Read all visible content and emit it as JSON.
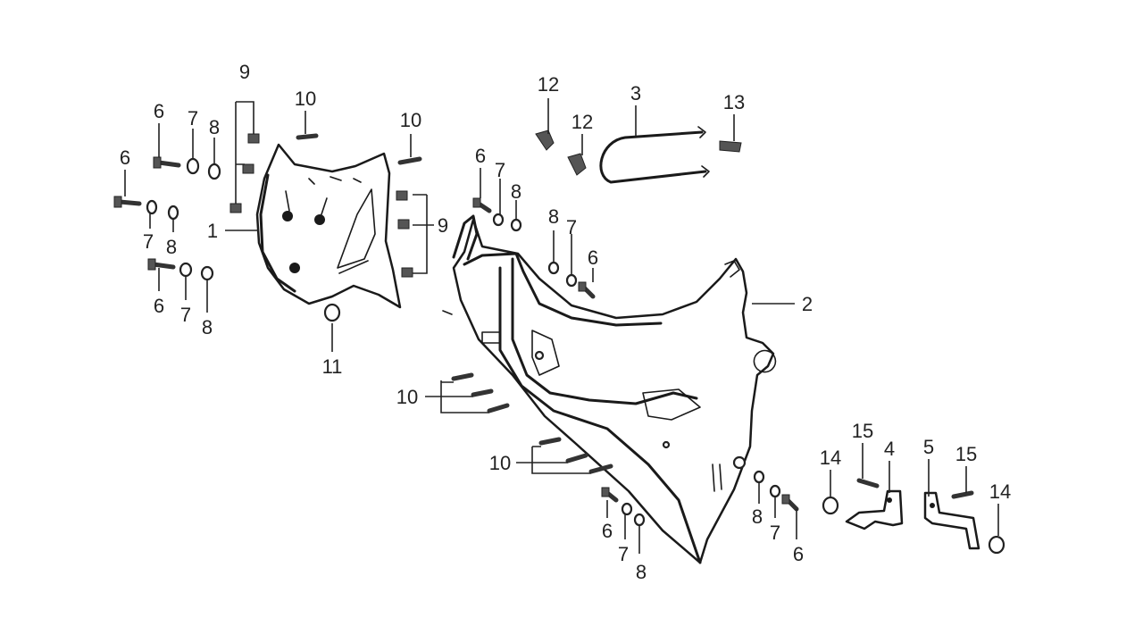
{
  "title": "",
  "callouts": {
    "c1": "1",
    "c2": "2",
    "c3": "3",
    "c4": "4",
    "c5": "5",
    "c6a": "6",
    "c6b": "6",
    "c6c": "6",
    "c6d": "6",
    "c6e": "6",
    "c6f": "6",
    "c6g": "6",
    "c7a": "7",
    "c7b": "7",
    "c7c": "7",
    "c7d": "7",
    "c7e": "7",
    "c7f": "7",
    "c7g": "7",
    "c8a": "8",
    "c8b": "8",
    "c8c": "8",
    "c8d": "8",
    "c8e": "8",
    "c8f": "8",
    "c8g": "8",
    "c9a": "9",
    "c9b": "9",
    "c10a": "10",
    "c10b": "10",
    "c10c": "10",
    "c10d": "10",
    "c11": "11",
    "c12a": "12",
    "c12b": "12",
    "c13": "13",
    "c14a": "14",
    "c14b": "14",
    "c15a": "15",
    "c15b": "15"
  }
}
